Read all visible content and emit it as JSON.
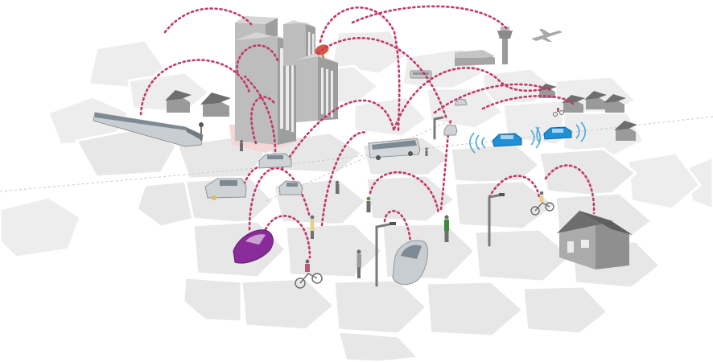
{
  "scene": {
    "palette": {
      "background": "#ffffff",
      "hex_tile": "#e7e7e7",
      "link_dots": "#c2376b",
      "highlight_car": "#8a2b9a",
      "connected_car": "#1f8fd6",
      "signal_waves": "#4aa7d8",
      "grey_vehicle": "#cfd3d6"
    },
    "objects": [
      "high-speed-train",
      "office-towers",
      "satellite-dish",
      "airport-control-tower",
      "airplane",
      "city-bus",
      "connected-cars",
      "purple-car",
      "grey-cars",
      "houses",
      "street-lights",
      "pedestrians",
      "cyclists"
    ]
  }
}
